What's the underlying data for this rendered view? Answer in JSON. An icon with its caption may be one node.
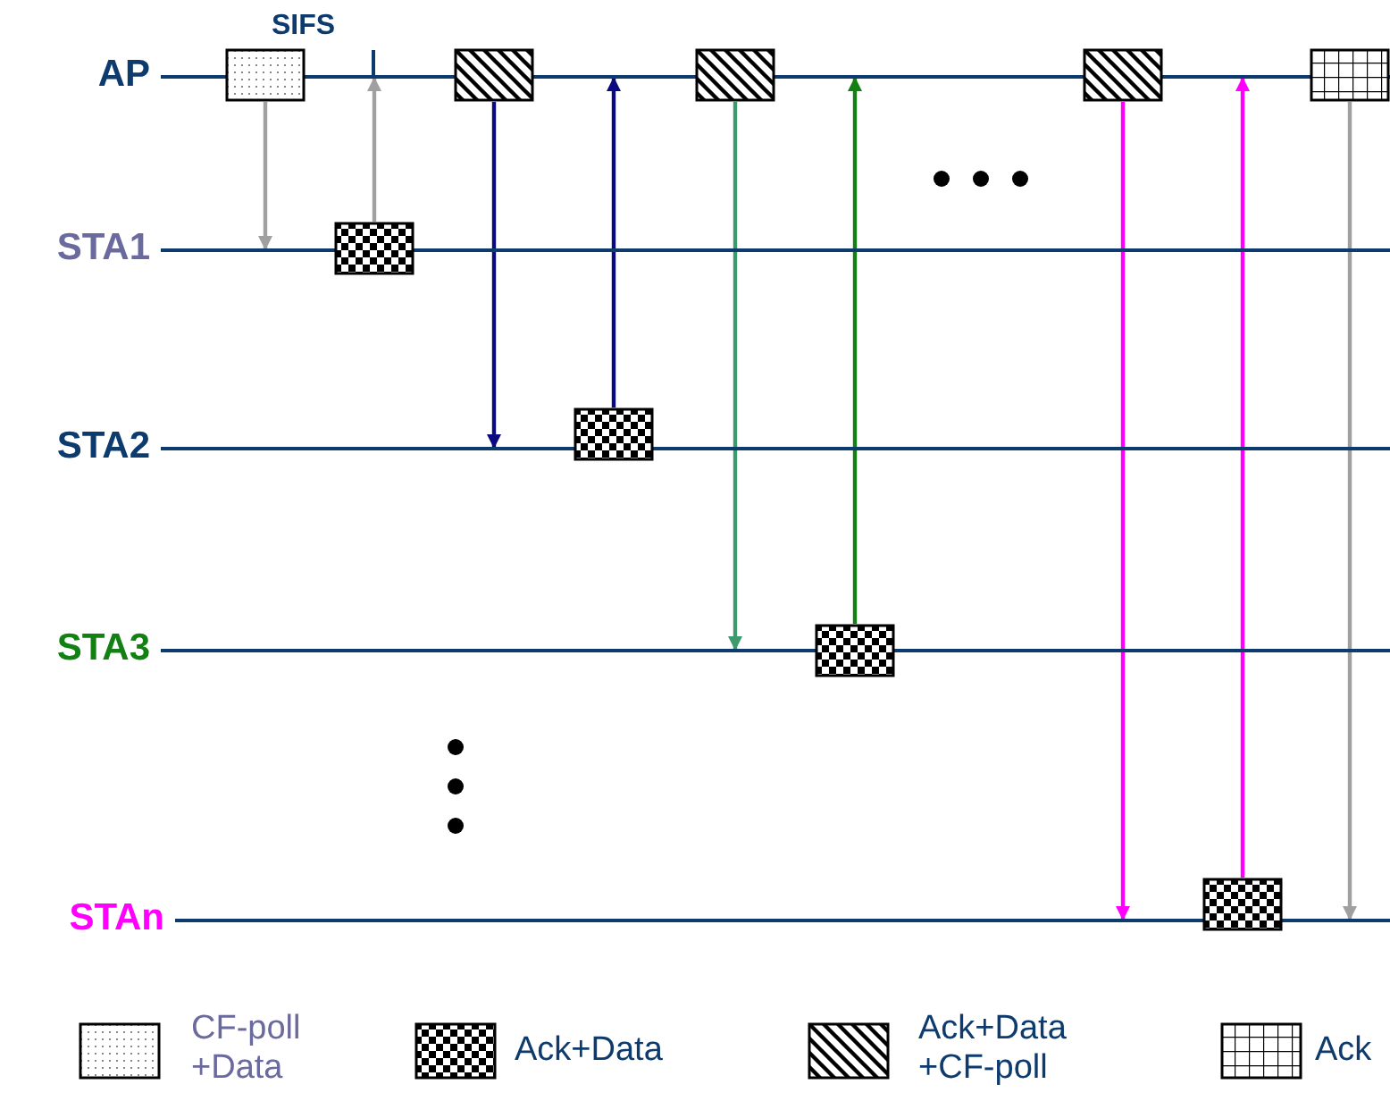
{
  "diagram": {
    "nodes": [
      {
        "text": [
          "AP"
        ]
      },
      {
        "text": [
          "STA1"
        ]
      },
      {
        "text": [
          "STA2"
        ]
      },
      {
        "text": [
          "STA3"
        ]
      },
      {
        "text": [
          "STAn"
        ]
      },
      {
        "text": [],
        "shape": "box"
      },
      {
        "text": [],
        "shape": "box"
      },
      {
        "text": [],
        "shape": "box"
      },
      {
        "text": [],
        "shape": "box"
      },
      {
        "text": [],
        "shape": "box"
      },
      {
        "text": [],
        "shape": "box"
      },
      {
        "text": [],
        "shape": "box"
      },
      {
        "text": [],
        "shape": "box"
      },
      {
        "text": [],
        "shape": "box"
      }
    ],
    "edges": [
      {
        "from": 5,
        "to": 1,
        "arrow": "to",
        "color": "#a0a0a0"
      },
      {
        "from": 6,
        "to": 0,
        "arrow": "to",
        "color": "#a0a0a0"
      },
      {
        "from": 7,
        "to": 2,
        "arrow": "to",
        "color": "#0a0a80"
      },
      {
        "from": 8,
        "to": 0,
        "arrow": "to",
        "color": "#0a0a80"
      },
      {
        "from": 9,
        "to": 3,
        "arrow": "to",
        "color": "#3c9a6c"
      },
      {
        "from": 10,
        "to": 0,
        "arrow": "to",
        "color": "#138013"
      },
      {
        "from": 11,
        "to": 4,
        "arrow": "to",
        "color": "#ff00ff"
      },
      {
        "from": 12,
        "to": 0,
        "arrow": "to",
        "color": "#ff00ff"
      },
      {
        "from": 13,
        "to": 4,
        "arrow": "to",
        "color": "#a0a0a0"
      }
    ],
    "labels": [
      "SIFS"
    ],
    "legend": [
      {
        "text": "CF-poll +Data"
      },
      {
        "text": "Ack+Data"
      },
      {
        "text": "Ack+Data +CF-poll"
      },
      {
        "text": "Ack"
      }
    ]
  }
}
